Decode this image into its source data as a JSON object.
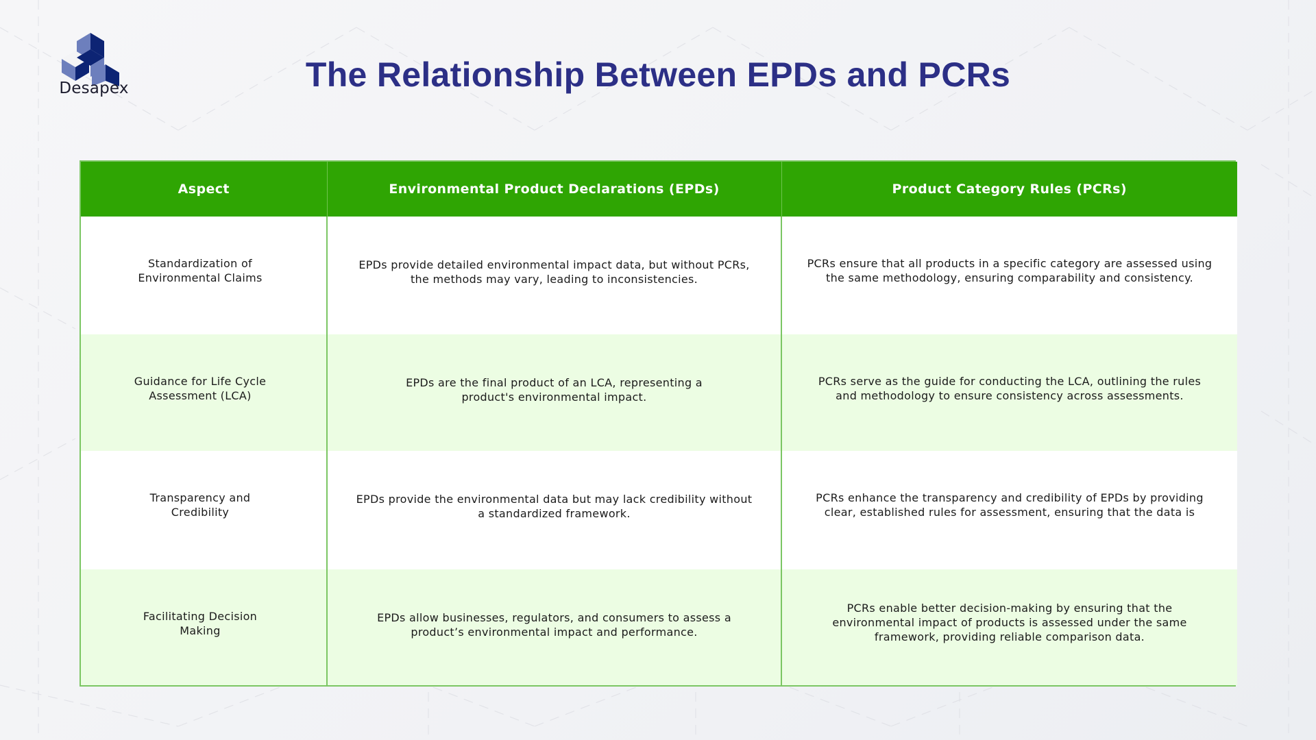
{
  "brand": {
    "name": "Desapex",
    "logo_colors": {
      "dark": "#0d2474",
      "light": "#6d7fbd"
    }
  },
  "title": "The Relationship Between EPDs and PCRs",
  "colors": {
    "title": "#2c2f86",
    "header_bg": "#2fa503",
    "border": "#7bc663",
    "row_alt_bg": "#ecfde3"
  },
  "table": {
    "headers": [
      "Aspect",
      "Environmental Product Declarations (EPDs)",
      "Product Category Rules (PCRs)"
    ],
    "rows": [
      {
        "aspect": "Standardization of Environmental Claims",
        "epds": "EPDs provide detailed environmental impact data, but without PCRs, the methods may vary, leading to inconsistencies.",
        "pcrs": "PCRs ensure that all products in a specific category are assessed using the same methodology, ensuring comparability and consistency."
      },
      {
        "aspect": "Guidance for Life Cycle Assessment (LCA)",
        "epds": "EPDs are the final product of an LCA, representing a product's environmental impact.",
        "pcrs": "PCRs serve as the guide for conducting the LCA, outlining the rules and methodology to ensure consistency across assessments."
      },
      {
        "aspect": "Transparency and Credibility",
        "epds": "EPDs provide the environmental data but may lack credibility without a standardized framework.",
        "pcrs": "PCRs enhance the transparency and credibility of EPDs by providing clear, established rules for assessment, ensuring that the data is"
      },
      {
        "aspect": "Facilitating Decision Making",
        "epds": "EPDs allow businesses, regulators, and consumers to assess a product’s environmental impact and performance.",
        "pcrs": "PCRs enable better decision-making by ensuring that the environmental impact of products is assessed under the same framework, providing reliable comparison data."
      }
    ]
  }
}
